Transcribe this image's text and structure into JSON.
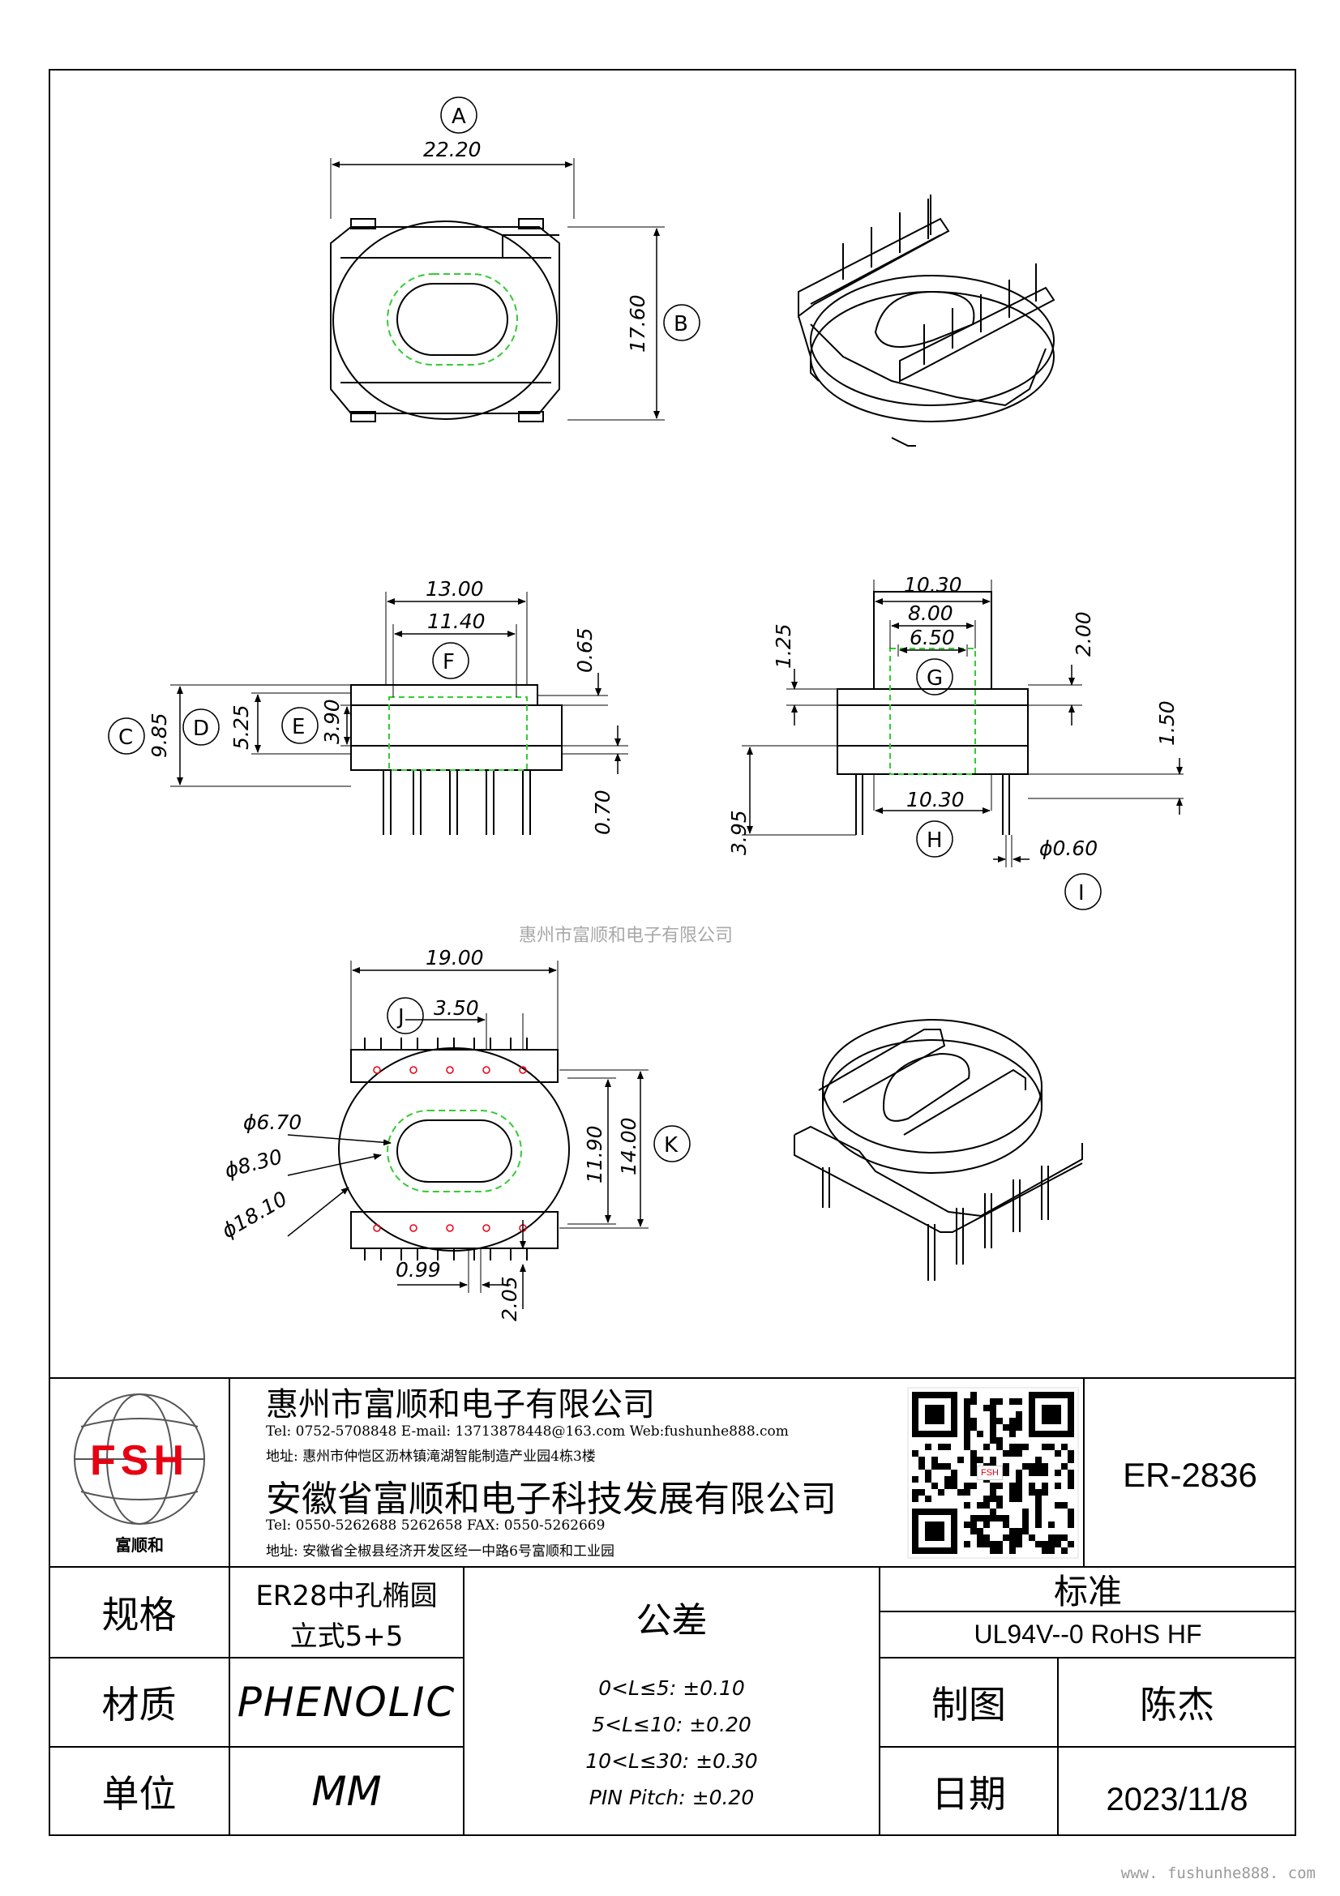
{
  "watermark": "惠州市富顺和电子有限公司",
  "footer_url": "www. fushunhe888. com",
  "labels": {
    "A": "A",
    "B": "B",
    "C": "C",
    "D": "D",
    "E": "E",
    "F": "F",
    "G": "G",
    "H": "H",
    "I": "I",
    "J": "J",
    "K": "K"
  },
  "dims": {
    "d_22_20": "22.20",
    "d_17_60": "17.60",
    "d_13_00": "13.00",
    "d_11_40": "11.40",
    "d_0_65": "0.65",
    "d_9_85": "9.85",
    "d_5_25": "5.25",
    "d_3_90": "3.90",
    "d_0_70": "0.70",
    "d_10_30a": "10.30",
    "d_8_00": "8.00",
    "d_6_50": "6.50",
    "d_1_25": "1.25",
    "d_2_00": "2.00",
    "d_1_50": "1.50",
    "d_3_95": "3.95",
    "d_10_30b": "10.30",
    "d_phi060": "ϕ0.60",
    "d_19_00": "19.00",
    "d_3_50": "3.50",
    "d_phi670": "ϕ6.70",
    "d_phi830": "ϕ8.30",
    "d_phi1810": "ϕ18.10",
    "d_11_90": "11.90",
    "d_14_00": "14.00",
    "d_0_99": "0.99",
    "d_2_05": "2.05"
  },
  "title_block": {
    "logo_text": "FSH",
    "logo_caption": "富顺和",
    "company1": "惠州市富顺和电子有限公司",
    "company1_contact": "Tel: 0752-5708848  E-mail: 13713878448@163.com  Web:fushunhe888.com",
    "company1_address": "地址: 惠州市仲恺区沥林镇滝湖智能制造产业园4栋3楼",
    "company2": "安徽省富顺和电子科技发展有限公司",
    "company2_contact": "Tel:  0550-5262688  5262658      FAX: 0550-5262669",
    "company2_address": "地址: 安徽省全椒县经济开发区经一中路6号富顺和工业园",
    "part_no": "ER-2836",
    "spec_label": "规格",
    "spec_value_1": "ER28中孔椭圆",
    "spec_value_2": "立式5+5",
    "tolerance_label": "公差",
    "tolerance_lines": [
      "0<L≤5: ±0.10",
      "5<L≤10: ±0.20",
      "10<L≤30: ±0.30",
      "PIN Pitch: ±0.20"
    ],
    "standard_label": "标准",
    "standard_value": "UL94V--0  RoHS HF",
    "material_label": "材质",
    "material_value": "PHENOLIC",
    "drawn_label": "制图",
    "drawn_value": "陈杰",
    "unit_label": "单位",
    "unit_value": "MM",
    "date_label": "日期",
    "date_value": "2023/11/8",
    "qr_caption": "FSH"
  },
  "colors": {
    "line": "#000000",
    "hidden": "#33cc33",
    "logo_red": "#e60012",
    "watermark": "#a8a8a8"
  }
}
